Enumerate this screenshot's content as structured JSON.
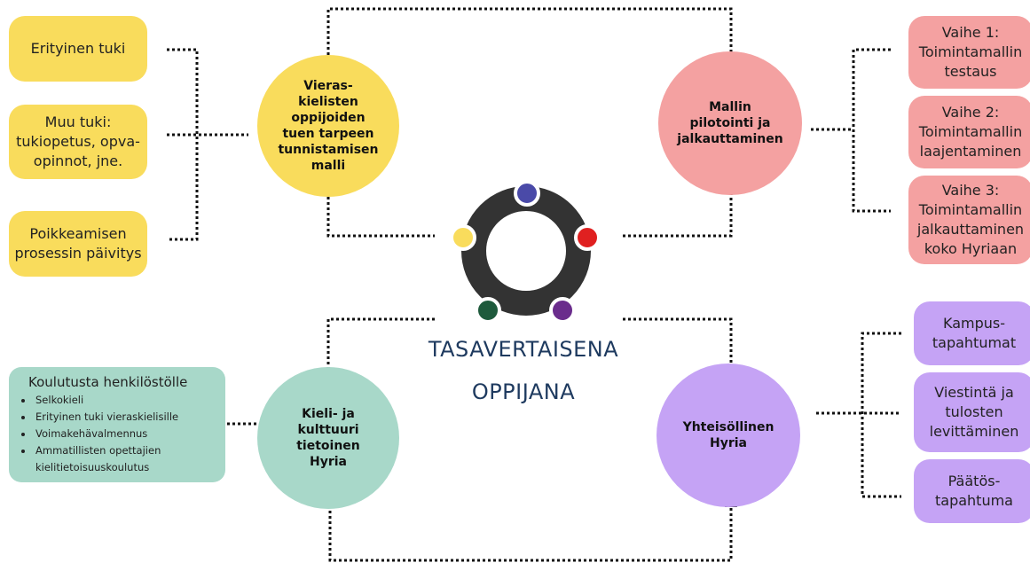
{
  "center": {
    "title_line1": "TASAVERTAISENA",
    "title_line2": "OPPIJANA"
  },
  "circles": {
    "yellow": "Vieras-\nkielisten\noppijoiden\ntuen tarpeen\ntunnistamisen\nmalli",
    "pink": "Mallin\npilotointi ja\njalkauttaminen",
    "teal": "Kieli- ja\nkulttuuri\ntietoinen\nHyria",
    "purple": "Yhteisöllinen\nHyria"
  },
  "left_boxes": [
    "Erityinen tuki",
    "Muu tuki:\ntukiopetus, opva-\nopinnot, jne.",
    "Poikkeamisen\nprosessin päivitys"
  ],
  "right_top_boxes": [
    "Vaihe 1:\nToimintamallin\ntestaus",
    "Vaihe 2:\nToimintamallin\nlaajentaminen",
    "Vaihe 3:\nToimintamallin\njalkauttaminen\nkoko Hyriaan"
  ],
  "right_bottom_boxes": [
    "Kampus-\ntapahtumat",
    "Viestintä ja\ntulosten\nlevittäminen",
    "Päätös-\ntapahtuma"
  ],
  "training_box": {
    "heading": "Koulutusta henkilöstölle",
    "items": [
      "Selkokieli",
      "Erityinen tuki vieraskielisille",
      "Voimakehävalmennus",
      "Ammatillisten opettajien kielitietoisuuskoulutus"
    ]
  },
  "colors": {
    "yellow": "#f9dc5c",
    "pink": "#f4a1a1",
    "purple": "#c5a3f5",
    "teal": "#a8d8c9",
    "ring": "#333333",
    "dot_blue": "#4a4aa8",
    "dot_red": "#e02020",
    "dot_purple": "#6a2c8c",
    "dot_green": "#1e5a3c",
    "dot_yellow": "#f9dc5c",
    "title": "#1e3a5f"
  }
}
